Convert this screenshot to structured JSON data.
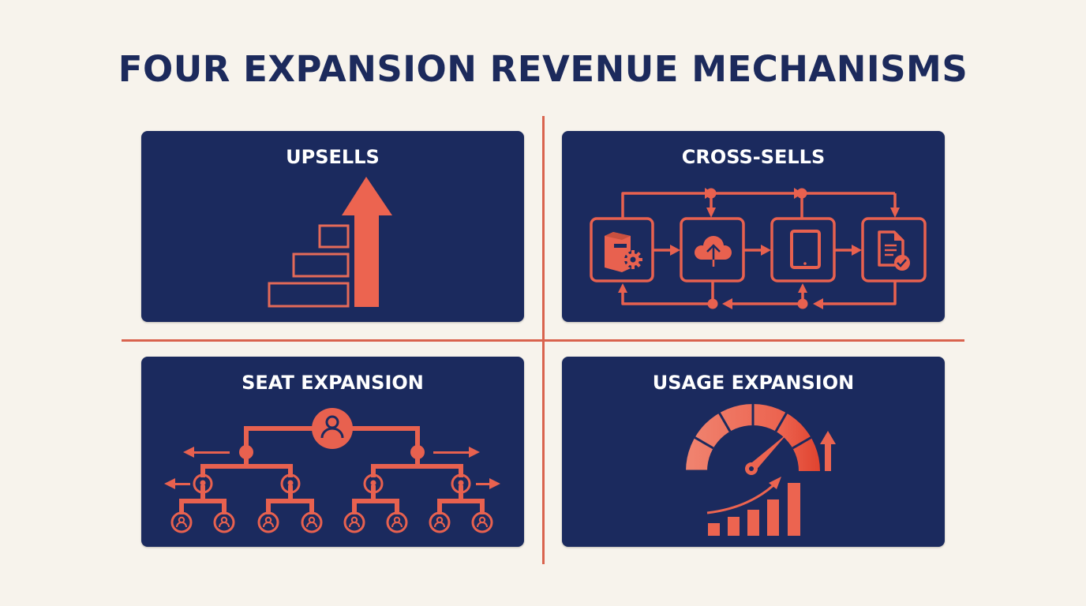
{
  "title": "FOUR EXPANSION REVENUE MECHANISMS",
  "colors": {
    "background": "#f7f3ec",
    "navy": "#1b2a5e",
    "title_text": "#1c2a5c",
    "accent": "#ec6450",
    "divider": "#d9634e",
    "card_text": "#ffffff"
  },
  "quadrants": [
    {
      "id": "upsells",
      "label": "UPSELLS",
      "icon": "stair-steps-up-arrow-icon"
    },
    {
      "id": "cross-sells",
      "label": "CROSS-SELLS",
      "icon": "product-flow-diagram-icon",
      "nodes": [
        "software-package-gear-icon",
        "cloud-upload-icon",
        "tablet-icon",
        "document-check-icon"
      ]
    },
    {
      "id": "seat-expansion",
      "label": "SEAT EXPANSION",
      "icon": "user-hierarchy-tree-icon"
    },
    {
      "id": "usage-expansion",
      "label": "USAGE EXPANSION",
      "icon": "gauge-growth-bars-icon"
    }
  ]
}
